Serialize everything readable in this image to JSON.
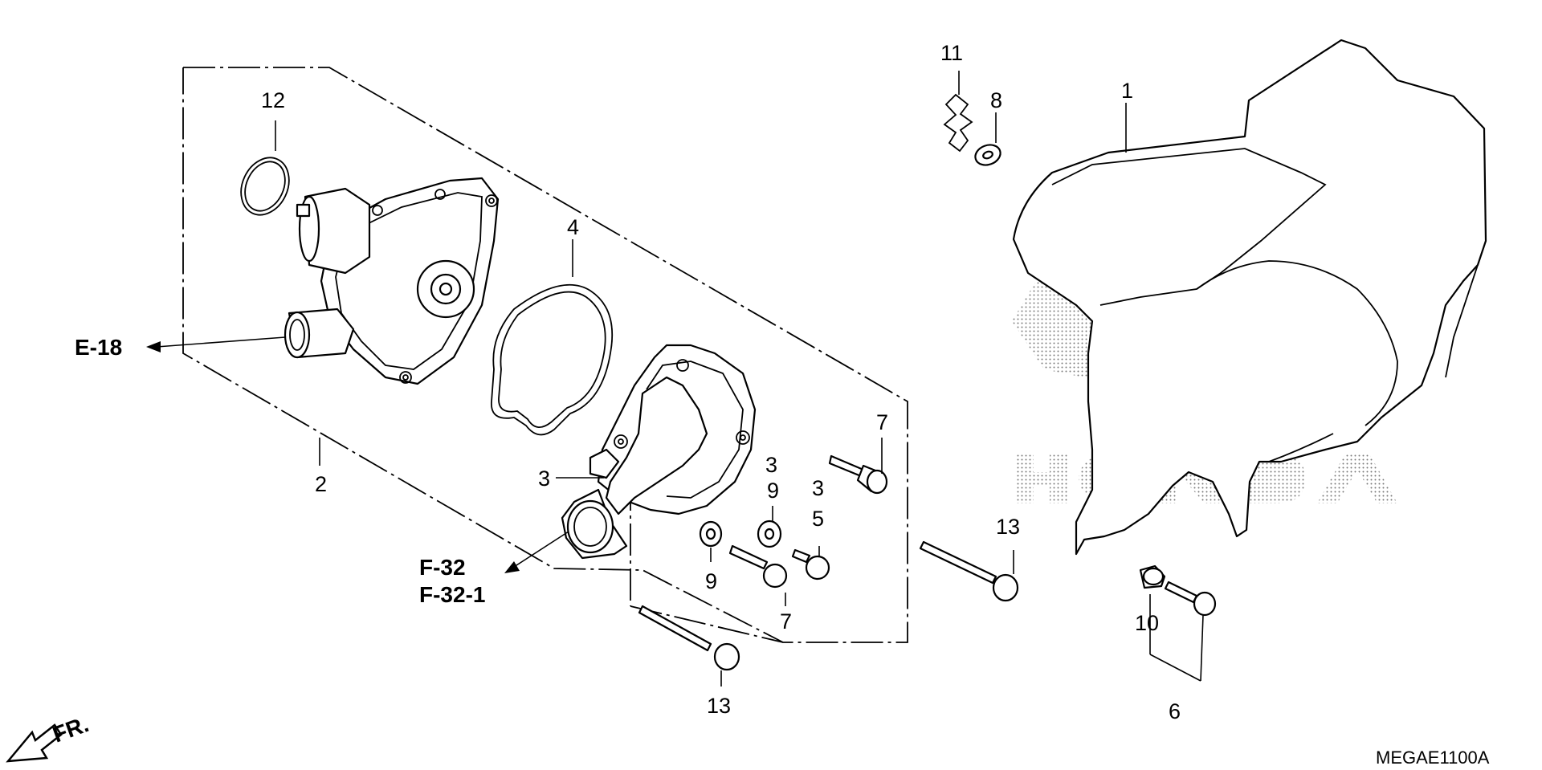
{
  "callouts": {
    "c1": "1",
    "c2": "2",
    "c3a": "3",
    "c3b": "3",
    "c3c": "3",
    "c4": "4",
    "c5": "5",
    "c6": "6",
    "c7a": "7",
    "c7b": "7",
    "c8": "8",
    "c9a": "9",
    "c9b": "9",
    "c10": "10",
    "c11": "11",
    "c12": "12",
    "c13a": "13",
    "c13b": "13"
  },
  "references": {
    "e18": "E-18",
    "f32": "F-32",
    "f32_1": "F-32-1"
  },
  "direction": "FR.",
  "diagram_code": "MEGAE1100A",
  "watermark_text": "HONDA"
}
